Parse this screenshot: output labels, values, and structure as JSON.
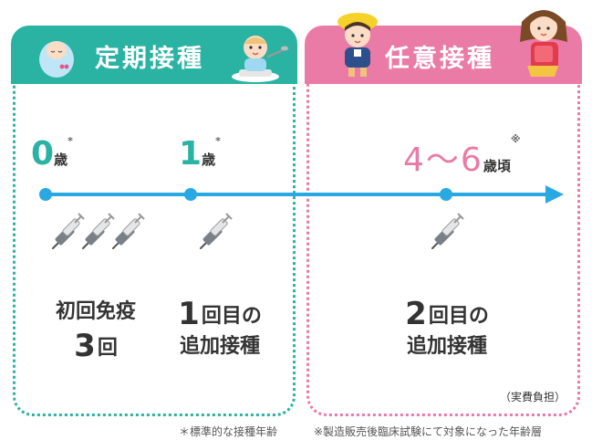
{
  "sections": {
    "routine": {
      "title": "定期接種",
      "color": "#2ab3a3"
    },
    "optional": {
      "title": "任意接種",
      "color": "#ea7aa6"
    }
  },
  "timeline": {
    "color": "#29a9e1",
    "points": [
      {
        "age_number": "0",
        "age_unit": "歳",
        "mark": "*",
        "doses": 3
      },
      {
        "age_number": "1",
        "age_unit": "歳",
        "mark": "*",
        "doses": 1
      },
      {
        "age_number": "4〜6",
        "age_unit": "歳頃",
        "mark": "※",
        "doses": 1
      }
    ]
  },
  "descriptions": [
    {
      "line1": "初回免疫",
      "line2_big": "3",
      "line2": "回"
    },
    {
      "line1_big": "1",
      "line1": "回目の",
      "line2": "追加接種"
    },
    {
      "line1_big": "2",
      "line1": "回目の",
      "line2": "追加接種"
    }
  ],
  "cost_note": "（実費負担）",
  "footnotes": {
    "standard_age": "＊標準的な接種年齢",
    "trial_age": "※製造販売後臨床試験にて対象になった年齢層"
  }
}
